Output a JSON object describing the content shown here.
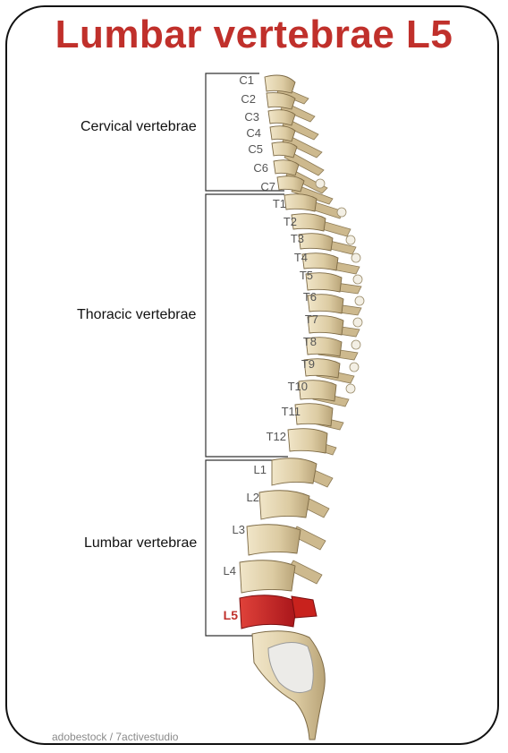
{
  "title": "Lumbar vertebrae L5",
  "regions": {
    "cervical": "Cervical vertebrae",
    "thoracic": "Thoracic vertebrae",
    "lumbar": "Lumbar vertebrae"
  },
  "vertebrae": {
    "C1": "C1",
    "C2": "C2",
    "C3": "C3",
    "C4": "C4",
    "C5": "C5",
    "C6": "C6",
    "C7": "C7",
    "T1": "T1",
    "T2": "T2",
    "T3": "T3",
    "T4": "T4",
    "T5": "T5",
    "T6": "T6",
    "T7": "T7",
    "T8": "T8",
    "T9": "T9",
    "T10": "T10",
    "T11": "T11",
    "T12": "T12",
    "L1": "L1",
    "L2": "L2",
    "L3": "L3",
    "L4": "L4",
    "L5": "L5"
  },
  "highlighted": "L5",
  "credit": "adobestock / 7activestudio",
  "colors": {
    "title": "#c0302b",
    "bone": "#e4d6b4",
    "highlight": "#c8221d"
  }
}
